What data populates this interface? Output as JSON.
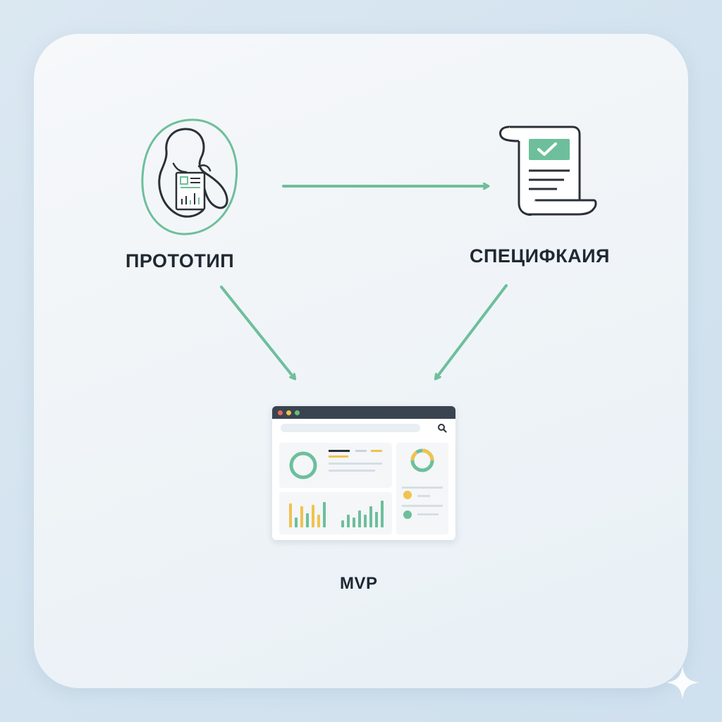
{
  "nodes": {
    "prototype": {
      "label": "ПРОТОТИП",
      "icon": "fetus-with-document-icon"
    },
    "specification": {
      "label": "СПЕЦИФКАИЯ",
      "icon": "scroll-document-checkmark-icon"
    },
    "mvp": {
      "label": "MVP",
      "icon": "dashboard-window-icon"
    }
  },
  "edges": [
    {
      "from": "prototype",
      "to": "specification"
    },
    {
      "from": "prototype",
      "to": "mvp"
    },
    {
      "from": "specification",
      "to": "mvp"
    }
  ],
  "colors": {
    "accent_green": "#6dbf9b",
    "accent_yellow": "#f0c24f",
    "text_dark": "#1f2933",
    "line_dark": "#2b3038"
  }
}
